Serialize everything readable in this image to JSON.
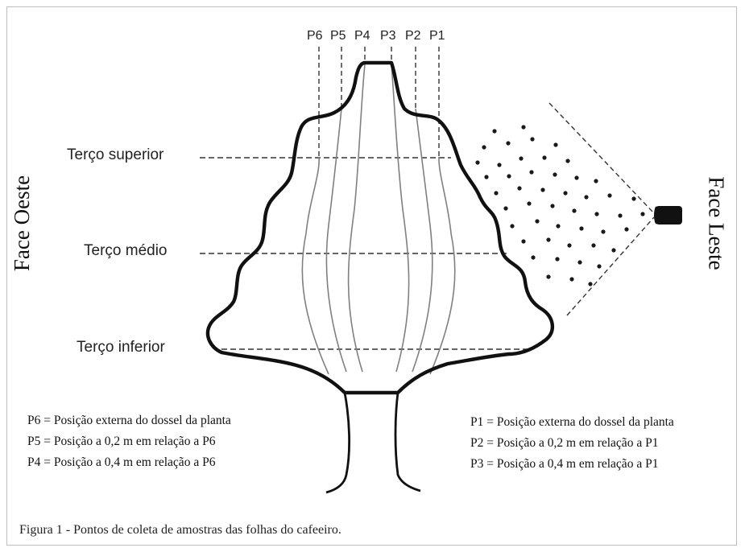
{
  "positions_top": [
    "P6",
    "P5",
    "P4",
    "P3",
    "P2",
    "P1"
  ],
  "tiers": {
    "upper": "Terço superior",
    "middle": "Terço médio",
    "lower": "Terço inferior"
  },
  "faces": {
    "west": "Face Oeste",
    "east": "Face Leste"
  },
  "legend_left": [
    "P6 = Posição externa do dossel da planta",
    "P5 = Posição a 0,2 m em relação a P6",
    "P4 = Posição a 0,4 m em relação a P6"
  ],
  "legend_right": [
    "P1 = Posição externa do dossel da planta",
    "P2 = Posição a 0,2 m em relação a P1",
    "P3 = Posição a 0,4 m em relação a P1"
  ],
  "caption": "Figura 1 - Pontos de coleta de amostras das folhas do cafeeiro.",
  "colors": {
    "outline": "#111111",
    "inner_lines": "#777777",
    "dashes": "#333333"
  },
  "icons": [
    "sprayer-nozzle-icon"
  ]
}
